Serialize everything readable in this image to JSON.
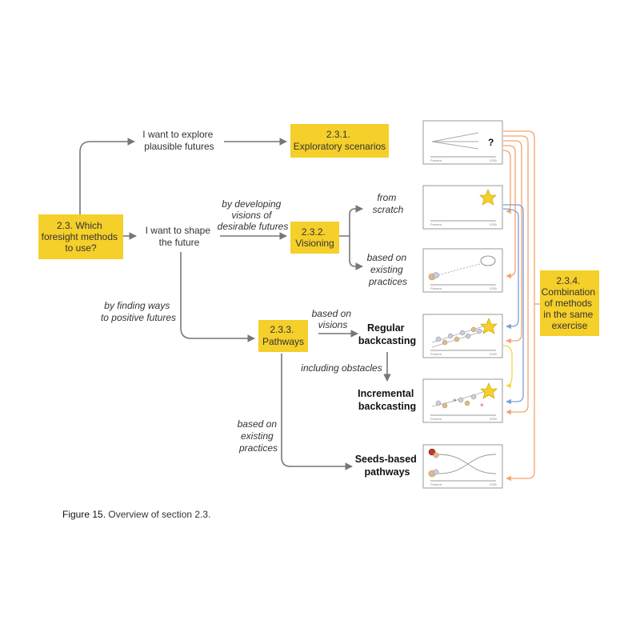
{
  "colors": {
    "yellow": "#f5cf2a",
    "yellow_dark": "#e0a800",
    "arrow": "#777777",
    "orange_line": "#f3a36d",
    "blue_line": "#7a9fd8",
    "yellow_line": "#f2d64b",
    "box_border": "#999999"
  },
  "nodes": {
    "root": [
      "2.3. Which",
      "foresight methods",
      "to use?"
    ],
    "explore_question": [
      "I want to explore",
      "plausible futures"
    ],
    "shape_question": [
      "I want to shape",
      "the future"
    ],
    "exploratory": [
      "2.3.1.",
      "Exploratory scenarios"
    ],
    "visioning": [
      "2.3.2.",
      "Visioning"
    ],
    "pathways": [
      "2.3.3.",
      "Pathways"
    ],
    "combination": [
      "2.3.4.",
      "Combination",
      "of methods",
      "in the same",
      "exercise"
    ],
    "regular": [
      "Regular",
      "backcasting"
    ],
    "incremental": [
      "Incremental",
      "backcasting"
    ],
    "seeds": [
      "Seeds-based",
      "pathways"
    ]
  },
  "edge_labels": {
    "developing": [
      "by developing",
      "visions of",
      "desirable futures"
    ],
    "from_scratch": [
      "from",
      "scratch"
    ],
    "vis_existing": [
      "based on",
      "existing",
      "practices"
    ],
    "finding_ways": [
      "by finding ways",
      "to positive futures"
    ],
    "based_on_visions": [
      "based on",
      "visions"
    ],
    "obstacles": [
      "including obstacles"
    ],
    "path_existing": [
      "based on",
      "existing",
      "practices"
    ]
  },
  "thumbnails": {
    "question_mark": "?",
    "axis_start": "Present",
    "axis_end": "2050"
  },
  "caption": {
    "lead": "Figure 15.",
    "text": " Overview of section 2.3."
  }
}
